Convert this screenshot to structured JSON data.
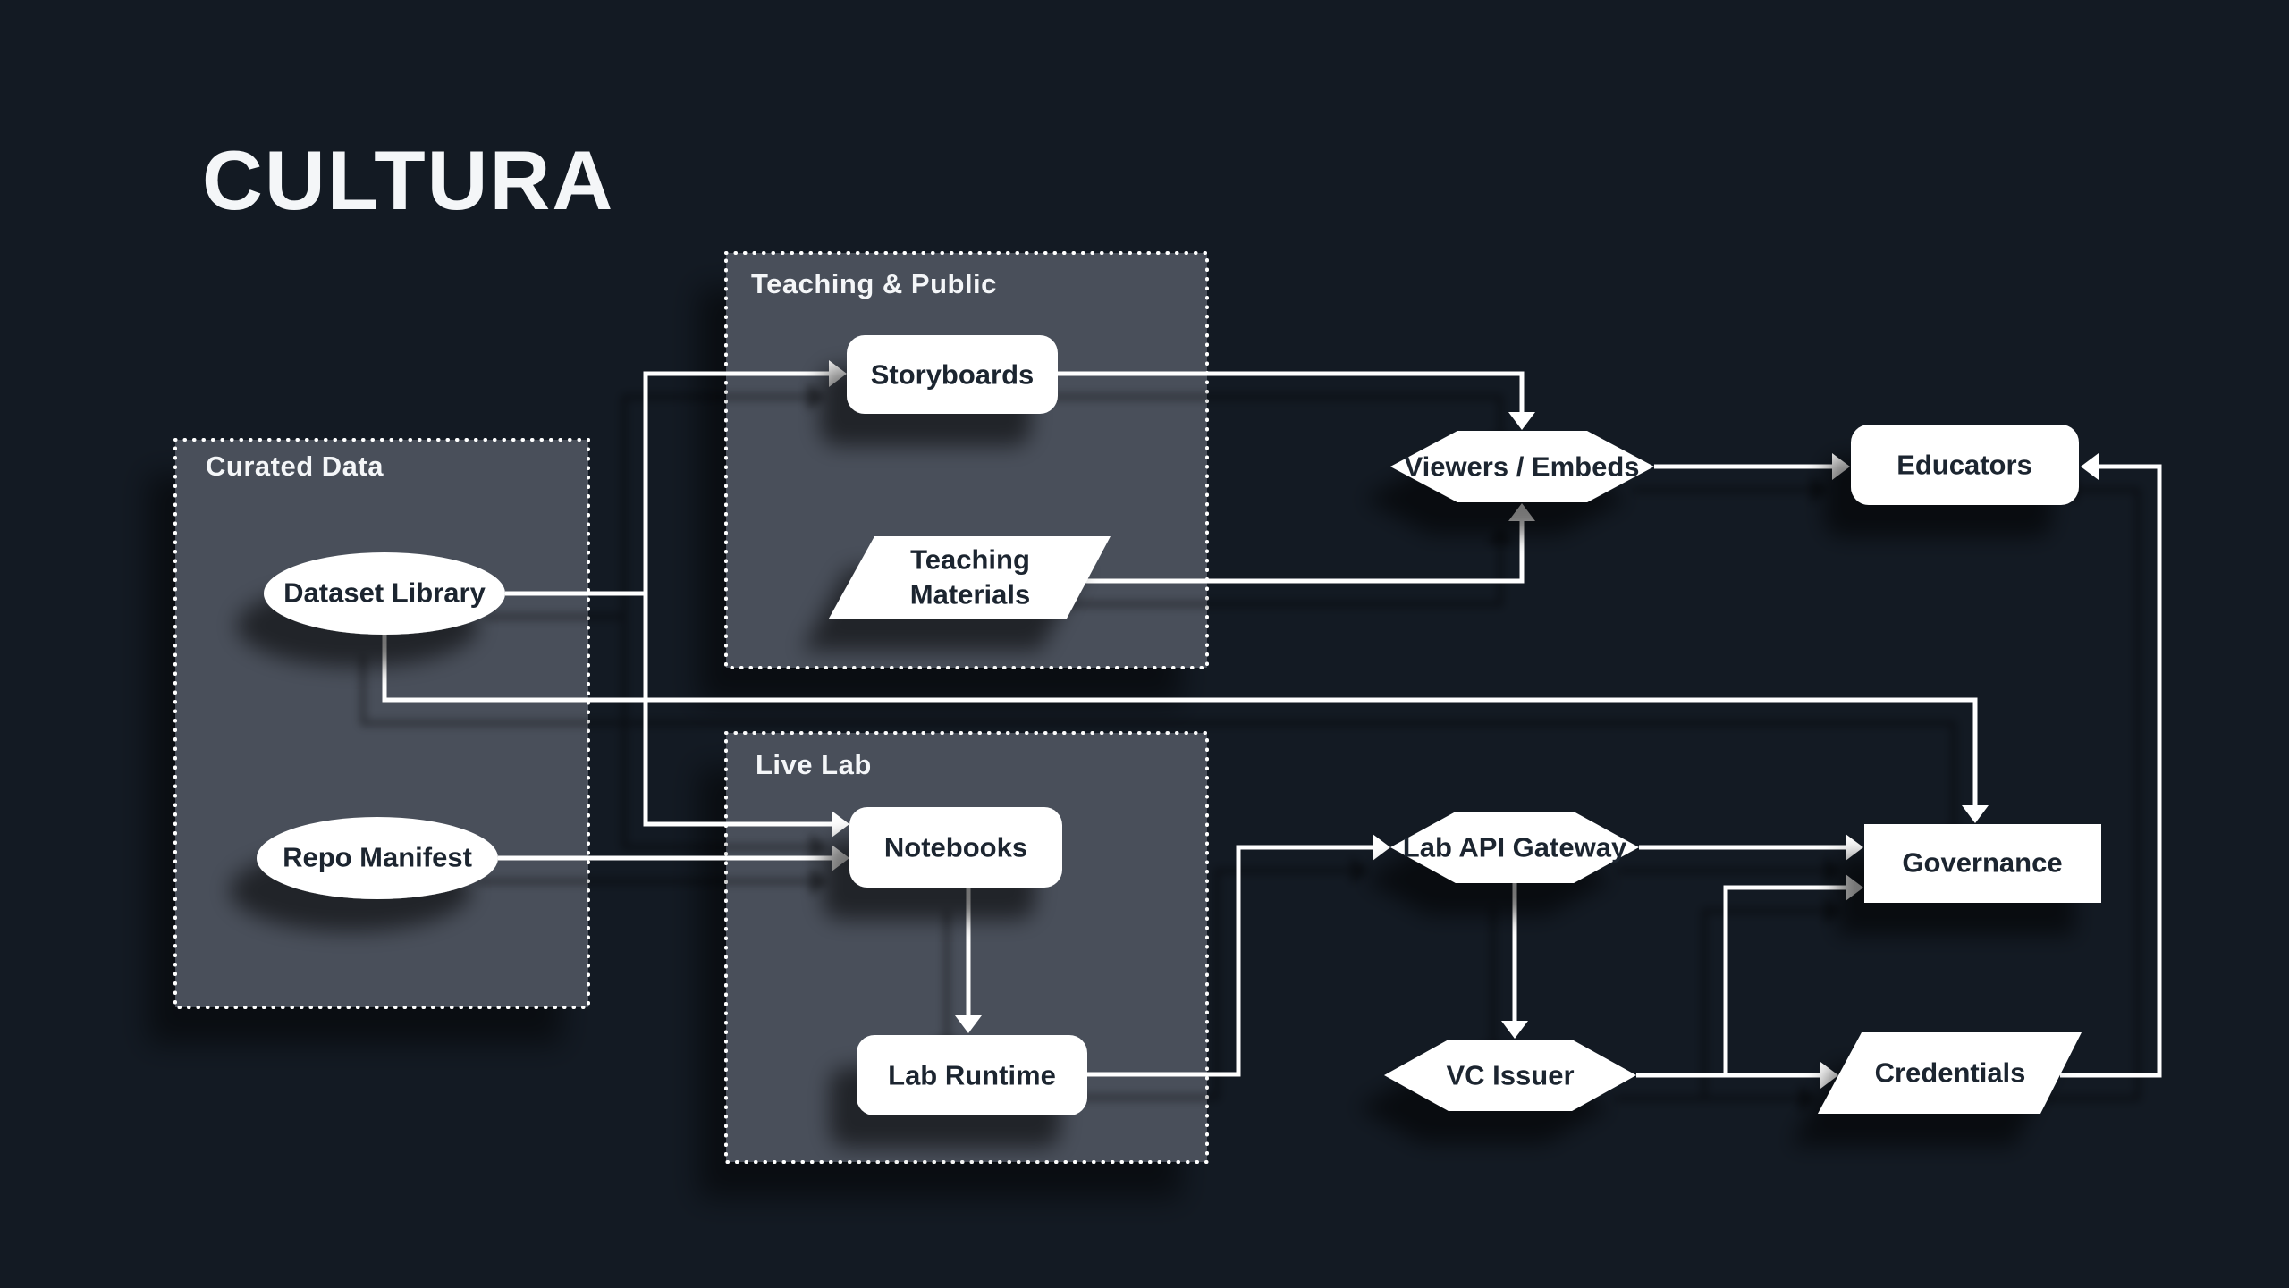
{
  "title": "CULTURA",
  "colors": {
    "background": "#131a23",
    "group_panel": "#48505a",
    "group_border": "#ffffff",
    "node_fill": "#ffffff",
    "node_text": "#1c2530",
    "connector": "#ffffff"
  },
  "groups": {
    "curated_data": {
      "label": "Curated Data"
    },
    "teaching_public": {
      "label": "Teaching & Public"
    },
    "live_lab": {
      "label": "Live Lab"
    }
  },
  "nodes": {
    "dataset_library": {
      "label": "Dataset Library",
      "shape": "ellipse",
      "group": "Curated Data"
    },
    "repo_manifest": {
      "label": "Repo Manifest",
      "shape": "ellipse",
      "group": "Curated Data"
    },
    "storyboards": {
      "label": "Storyboards",
      "shape": "rounded-rect",
      "group": "Teaching & Public"
    },
    "teaching_materials": {
      "label": "Teaching Materials",
      "line1": "Teaching",
      "line2": "Materials",
      "shape": "parallelogram",
      "group": "Teaching & Public"
    },
    "notebooks": {
      "label": "Notebooks",
      "shape": "rounded-rect",
      "group": "Live Lab"
    },
    "lab_runtime": {
      "label": "Lab Runtime",
      "shape": "rounded-rect",
      "group": "Live Lab"
    },
    "viewers_embeds": {
      "label": "Viewers / Embeds",
      "shape": "hexagon"
    },
    "educators": {
      "label": "Educators",
      "shape": "rounded-rect"
    },
    "lab_api_gateway": {
      "label": "Lab API Gateway",
      "shape": "hexagon"
    },
    "governance": {
      "label": "Governance",
      "shape": "rect"
    },
    "vc_issuer": {
      "label": "VC Issuer",
      "shape": "hexagon"
    },
    "credentials": {
      "label": "Credentials",
      "shape": "parallelogram"
    }
  },
  "edges": [
    {
      "from": "Dataset Library",
      "to": "Storyboards"
    },
    {
      "from": "Dataset Library",
      "to": "Notebooks"
    },
    {
      "from": "Dataset Library",
      "to": "Governance"
    },
    {
      "from": "Repo Manifest",
      "to": "Notebooks"
    },
    {
      "from": "Storyboards",
      "to": "Viewers / Embeds"
    },
    {
      "from": "Teaching Materials",
      "to": "Viewers / Embeds"
    },
    {
      "from": "Viewers / Embeds",
      "to": "Educators"
    },
    {
      "from": "Notebooks",
      "to": "Lab Runtime"
    },
    {
      "from": "Lab Runtime",
      "to": "Lab API Gateway"
    },
    {
      "from": "Lab API Gateway",
      "to": "Governance"
    },
    {
      "from": "Lab API Gateway",
      "to": "VC Issuer"
    },
    {
      "from": "VC Issuer",
      "to": "Credentials"
    },
    {
      "from": "VC Issuer",
      "to": "Governance"
    },
    {
      "from": "Credentials",
      "to": "Educators"
    }
  ]
}
